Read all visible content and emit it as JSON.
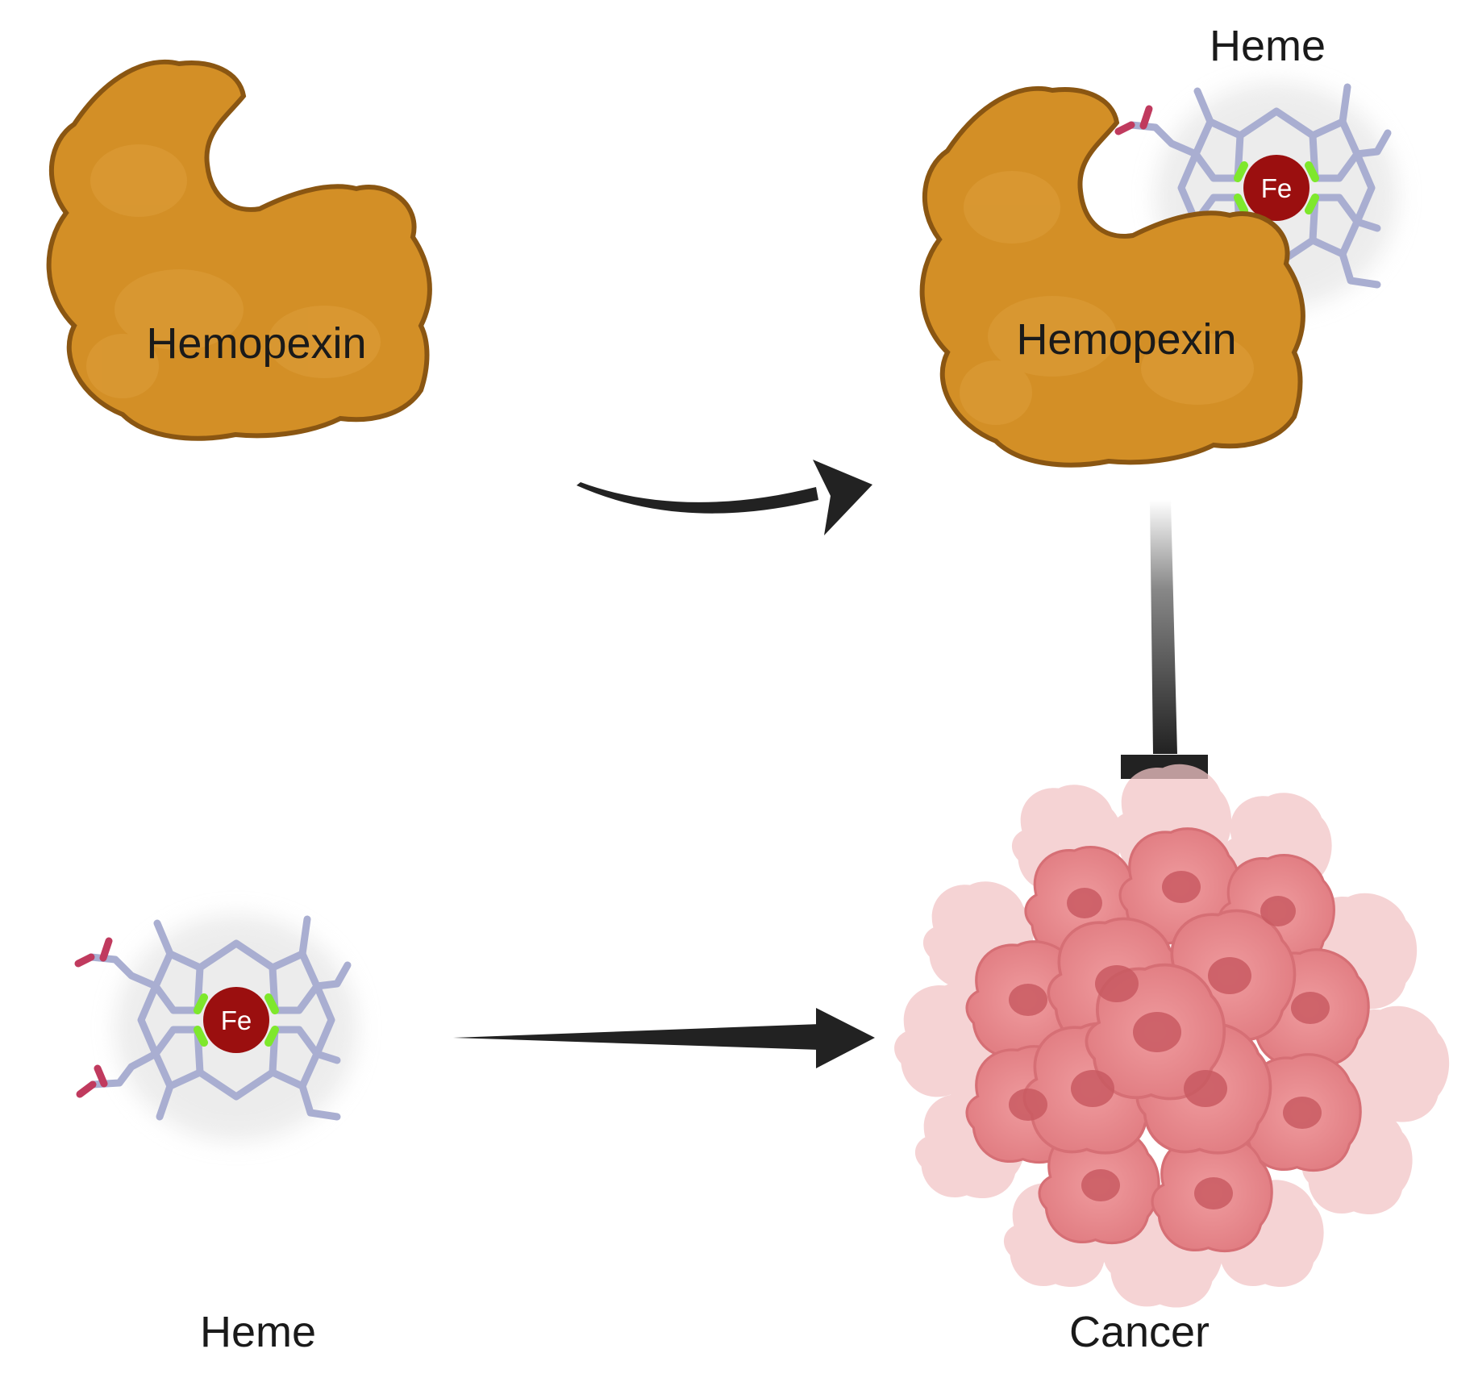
{
  "labels": {
    "hemopexin_free": "Hemopexin",
    "hemopexin_bound": "Hemopexin",
    "heme_bound": "Heme",
    "heme_free": "Heme",
    "cancer": "Cancer",
    "fe_bound": "Fe",
    "fe_free": "Fe"
  },
  "relations": [
    {
      "from": "Hemopexin",
      "to": "Hemopexin + Heme",
      "type": "binds"
    },
    {
      "from": "Hemopexin + Heme",
      "to": "Cancer",
      "type": "inhibits"
    },
    {
      "from": "Heme",
      "to": "Cancer",
      "type": "promotes"
    }
  ],
  "colors": {
    "protein_fill": "#d38f26",
    "protein_stroke": "#8a5612",
    "porphyrin": "#a9aed1",
    "nitrogen": "#7ee82c",
    "carboxyl": "#c03a5e",
    "iron": "#9b0f0f",
    "cancer_cell": "#e8898d",
    "arrow": "#222222"
  }
}
